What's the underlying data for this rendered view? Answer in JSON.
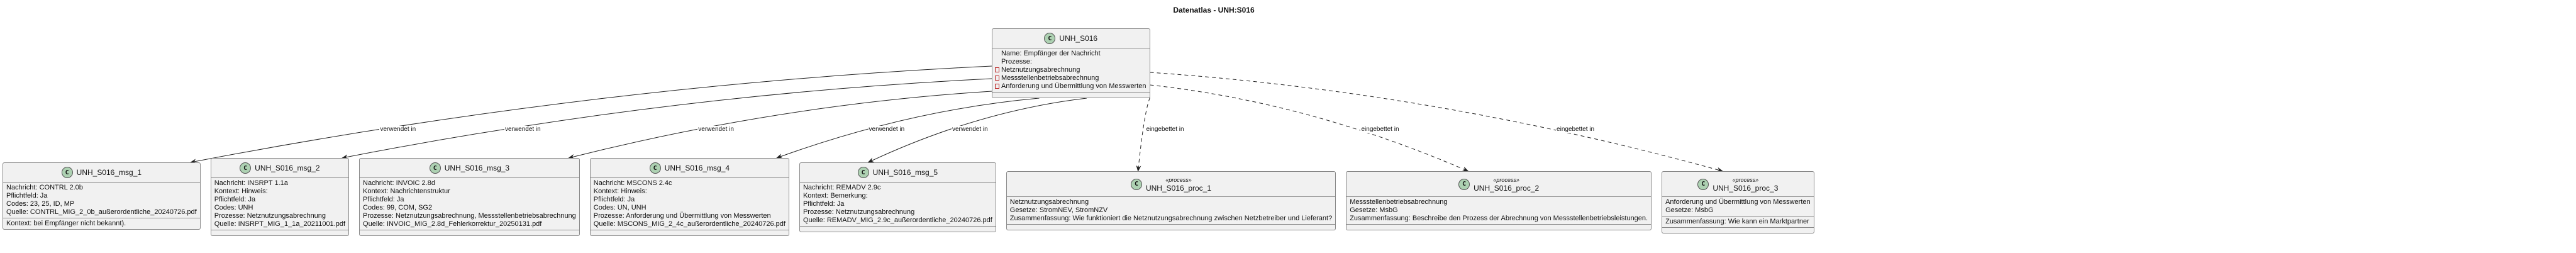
{
  "title": "Datenatlas - UNH:S016",
  "main": {
    "name": "UNH_S016",
    "icon": "C",
    "fields": [
      "Name: Empfänger der Nachricht",
      "Prozesse:"
    ],
    "processes": [
      "Netznutzungsabrechnung",
      "Messstellenbetriebsabrechnung",
      "Anforderung und Übermittlung von Messwerten"
    ]
  },
  "edge_labels": {
    "used": "verwendet in",
    "embedded": "eingebettet in"
  },
  "messages": [
    {
      "name": "UNH_S016_msg_1",
      "lines": [
        "Nachricht: CONTRL 2.0b",
        "Pflichtfeld: Ja",
        "Codes: 23, 25, ID, MP",
        "Quelle: CONTRL_MIG_2_0b_außerordentliche_20240726.pdf"
      ],
      "extra": "Kontext: bei Empfänger nicht bekannt)."
    },
    {
      "name": "UNH_S016_msg_2",
      "lines": [
        "Nachricht: INSRPT 1.1a",
        "Kontext: Hinweis:",
        "Pflichtfeld: Ja",
        "Codes: UNH",
        "Prozesse: Netznutzungsabrechnung",
        "Quelle: INSRPT_MIG_1_1a_20211001.pdf"
      ]
    },
    {
      "name": "UNH_S016_msg_3",
      "lines": [
        "Nachricht: INVOIC 2.8d",
        "Kontext: Nachrichtenstruktur",
        "Pflichtfeld: Ja",
        "Codes: 99, COM, SG2",
        "Prozesse: Netznutzungsabrechnung, Messstellenbetriebsabrechnung",
        "Quelle: INVOIC_MIG_2.8d_Fehlerkorrektur_20250131.pdf"
      ]
    },
    {
      "name": "UNH_S016_msg_4",
      "lines": [
        "Nachricht: MSCONS 2.4c",
        "Kontext: Hinweis:",
        "Pflichtfeld: Ja",
        "Codes: UN, UNH",
        "Prozesse: Anforderung und Übermittlung von Messwerten",
        "Quelle: MSCONS_MIG_2_4c_außerordentliche_20240726.pdf"
      ]
    },
    {
      "name": "UNH_S016_msg_5",
      "lines": [
        "Nachricht: REMADV 2.9c",
        "Kontext: Bemerkung:",
        "Pflichtfeld: Ja",
        "Prozesse: Netznutzungsabrechnung",
        "Quelle: REMADV_MIG_2.9c_außerordentliche_20240726.pdf"
      ]
    }
  ],
  "processes": [
    {
      "stereotype": "«process»",
      "name": "UNH_S016_proc_1",
      "lines": [
        "Netznutzungsabrechnung",
        "Gesetze: StromNEV, StromNZV",
        "Zusammenfassung: Wie funktioniert die Netznutzungsabrechnung zwischen Netzbetreiber und Lieferant?"
      ]
    },
    {
      "stereotype": "«process»",
      "name": "UNH_S016_proc_2",
      "lines": [
        "Messstellenbetriebsabrechnung",
        "Gesetze: MsbG",
        "Zusammenfassung: Beschreibe den Prozess der Abrechnung von Messstellenbetriebsleistungen."
      ]
    },
    {
      "stereotype": "«process»",
      "name": "UNH_S016_proc_3",
      "lines": [
        "Anforderung und Übermittlung von Messwerten",
        "Gesetze: MsbG"
      ],
      "extra": "Zusammenfassung: Wie kann ein Marktpartner"
    }
  ]
}
